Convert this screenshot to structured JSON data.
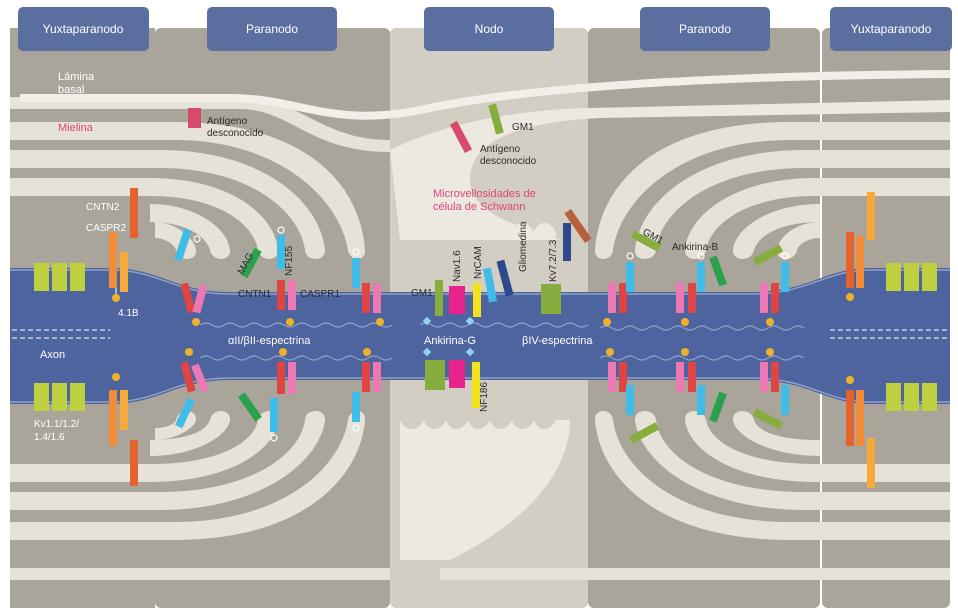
{
  "regions": {
    "yuxta_left": "Yuxtaparanodo",
    "paranodo_left": "Paranodo",
    "nodo": "Nodo",
    "paranodo_right": "Paranodo",
    "yuxta_right": "Yuxtaparanodo"
  },
  "labels": {
    "lamina_line1": "Lámina",
    "lamina_line2": "basal",
    "mielina": "Mielina",
    "antigeno_left_1": "Antígeno",
    "antigeno_left_2": "desconocido",
    "antigeno_node_1": "Antígeno",
    "antigeno_node_2": "desconocido",
    "gm1_node_top": "GM1",
    "microvellosidades_1": "Microvellosidades de",
    "microvellosidades_2": "célula de Schwann",
    "cntn2": "CNTN2",
    "caspr2": "CASPR2",
    "mag": "MAG",
    "nf155": "NF155",
    "cntn1": "CNTN1",
    "caspr1": "CASPR1",
    "band41b": "4.1B",
    "axon": "Axon",
    "kv_line1": "Kv1.1/1.2/",
    "kv_line2": "1.4/1.6",
    "spectrin_ab": "αII/βII-espectrina",
    "gm1_node_axon": "GM1",
    "nav16": "Nav1.6",
    "nrcam": "NrCAM",
    "gliomedina": "Gliomedina",
    "kv73": "Kv7.2/7.3",
    "ankirina_g": "Ankirina-G",
    "spectrin_biv": "βIV-espectrina",
    "nf186": "NF186",
    "gm1_right": "GM1",
    "ankirina_b": "Ankirina-B"
  },
  "colors": {
    "header": "#5a6fa0",
    "axon": "#4e649e",
    "bg": "#a9a59b",
    "glia": "#e6e2d7",
    "node_bg": "#ccc8bd",
    "orange": "#f08c35",
    "orange_dark": "#e3622d",
    "lime": "#bdd140",
    "cyan": "#3fbde8",
    "red": "#e04545",
    "pink": "#ee78b4",
    "green": "#2ba14d",
    "olive": "#86ad3d",
    "magenta": "#e8238e",
    "yellow": "#f3e21c",
    "navy": "#2f4a8c",
    "brown": "#b7613c",
    "crimson": "#d84a6a"
  }
}
